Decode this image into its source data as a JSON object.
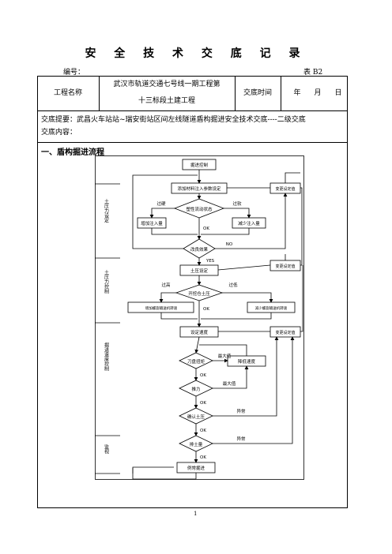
{
  "title": "安 全 技 术 交 底 记 录",
  "serial_label": "编号：",
  "table_no": "表 B2",
  "project_name_label": "工程名称",
  "project_name_line1": "武汉市轨道交通七号线一期工程第",
  "project_name_line2": "十三标段土建工程",
  "date_label": "交底时间",
  "date_year": "年",
  "date_month": "月",
  "date_day": "日",
  "summary": "交底提要：武昌火车站站~瑞安街站区间左线隧道盾构掘进安全技术交底----二级交底",
  "content_label": "交底内容：",
  "section_heading": "一、盾构掘进流程",
  "page_number": "1",
  "flowchart": {
    "start": "掘进控制",
    "phase1": "土压力设定",
    "phase2": "土压力控制",
    "phase3": "掘进速度控制",
    "phase4": "监视",
    "n_add_material": "添加材料注入参数设定",
    "n_plastic": "塑性流动状态",
    "l_too_hard": "过硬",
    "l_too_soft": "过软",
    "n_increase_injection": "增加注入量",
    "n_decrease_injection": "减少注入量",
    "l_ok": "OK",
    "n_improve_effect": "改良效果",
    "l_no": "NO",
    "l_yes": "YES",
    "n_set_pressure": "土压设定",
    "n_chamber_pressure": "开挖仓土压",
    "l_too_high": "过高",
    "l_too_low": "过低",
    "n_increase_screw": "增加螺旋输送机转速",
    "n_decrease_screw": "减少螺旋输送机转速",
    "n_set_speed": "设定速度",
    "n_cutter_torque": "刀盘扭矩",
    "l_max": "最大值",
    "n_reduce_speed": "降低速度",
    "n_thrust": "推力",
    "n_confirm_pressure": "确认土压",
    "l_abnormal": "异常",
    "n_discharge": "排土量",
    "n_normal_advance": "例常掘进",
    "n_change_setting": "变更设定值"
  }
}
